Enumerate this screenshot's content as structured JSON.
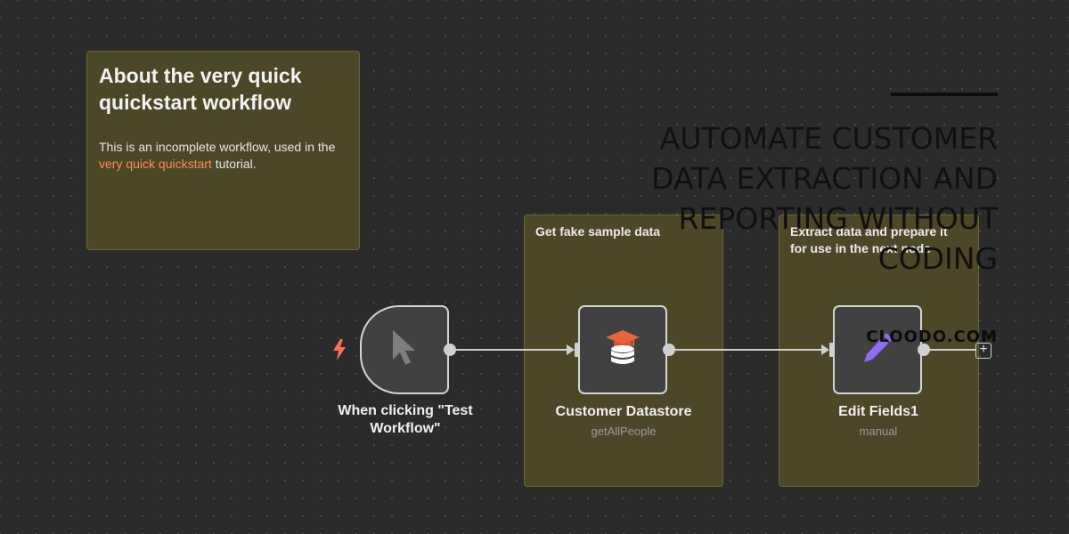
{
  "sticky_about": {
    "title": "About the very quick quickstart workflow",
    "body_before": "This is an incomplete workflow, used in the ",
    "link_text": "very quick quickstart",
    "body_after": " tutorial."
  },
  "sticky_sample": {
    "text": "Get fake sample data"
  },
  "sticky_extract": {
    "text": "Extract data and prepare it for use in the next node"
  },
  "nodes": {
    "trigger": {
      "label": "When clicking \"Test Workflow\"",
      "icon": "cursor-pointer-icon"
    },
    "datastore": {
      "label": "Customer Datastore",
      "sub": "getAllPeople",
      "icon": "database-icon"
    },
    "editfields": {
      "label": "Edit Fields1",
      "sub": "manual",
      "icon": "pen-icon"
    }
  },
  "colors": {
    "canvas": "#2b2b2b",
    "sticky_bg": "#4c4726",
    "link": "#ff8b5e",
    "trigger_bolt": "#ff6d5a",
    "edit_icon": "#8e6ef7"
  },
  "overlay": {
    "headline": "AUTOMATE CUSTOMER DATA EXTRACTION AND REPORTING WITHOUT CODING",
    "brand": "CLOODO.COM"
  }
}
